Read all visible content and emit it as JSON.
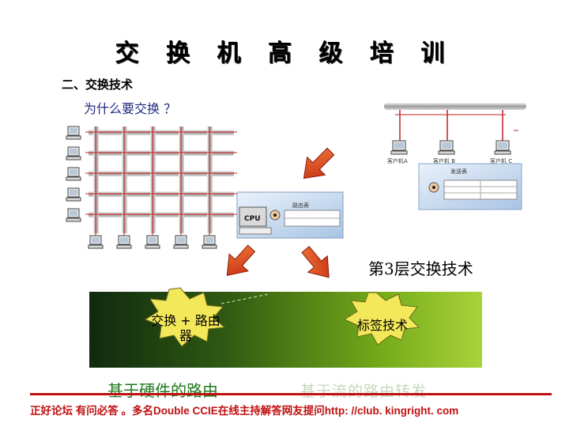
{
  "slide": {
    "title": "交 换 机 高 级 培 训",
    "section": "二、交换技术",
    "question": "为什么要交换 ？"
  },
  "diagram": {
    "client_a": "客户机A",
    "client_b": "客户机 B",
    "client_c": "客户机 C",
    "forward_table": "发送表",
    "routing_table": "路由表",
    "cpu": "CPU",
    "layer3_label": "第3层交换技术",
    "switch_plus_router": "交换 + 路由器",
    "tag_tech": "标签技术",
    "hardware_routing": "基于硬件的路由",
    "faded_text": "基于流的路由转发"
  },
  "footer": {
    "text": "正好论坛 有问必答 。多名Double CCIE在线主持解答网友提问http: //club. kingright. com"
  },
  "colors": {
    "accent_red": "#c01010",
    "arrow_red": "#e04a1a",
    "band_dark": "#0f2a0f",
    "band_light": "#a9d33a",
    "badge_fill": "#f2e85a"
  }
}
